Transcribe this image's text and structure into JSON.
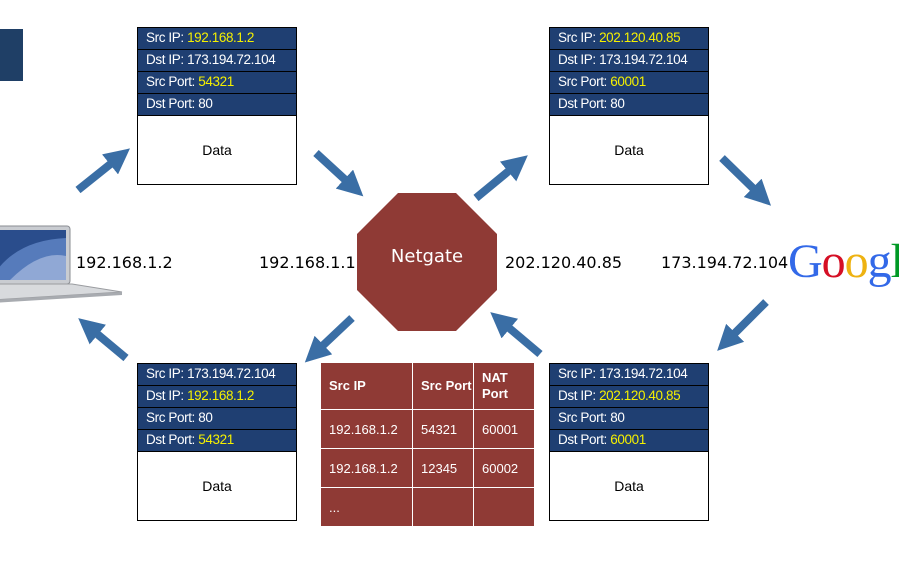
{
  "packets": {
    "top_left": {
      "src_ip_label": "Src IP: ",
      "src_ip": "192.168.1.2",
      "dst_ip_label": "Dst IP: ",
      "dst_ip": "173.194.72.104",
      "src_port_label": "Src Port: ",
      "src_port": "54321",
      "dst_port_label": "Dst Port: ",
      "dst_port": "80",
      "data": "Data"
    },
    "top_right": {
      "src_ip_label": "Src IP: ",
      "src_ip": "202.120.40.85",
      "dst_ip_label": "Dst IP: ",
      "dst_ip": "173.194.72.104",
      "src_port_label": "Src Port: ",
      "src_port": "60001",
      "dst_port_label": "Dst Port: ",
      "dst_port": "80",
      "data": "Data"
    },
    "bottom_left": {
      "src_ip_label": "Src IP: ",
      "src_ip": "173.194.72.104",
      "dst_ip_label": "Dst IP: ",
      "dst_ip": "192.168.1.2",
      "src_port_label": "Src Port: ",
      "src_port": "80",
      "dst_port_label": "Dst Port: ",
      "dst_port": "54321",
      "data": "Data"
    },
    "bottom_right": {
      "src_ip_label": "Src IP: ",
      "src_ip": "173.194.72.104",
      "dst_ip_label": "Dst IP: ",
      "dst_ip": "202.120.40.85",
      "src_port_label": "Src Port: ",
      "src_port": "80",
      "dst_port_label": "Dst Port: ",
      "dst_port": "60001",
      "data": "Data"
    }
  },
  "labels": {
    "laptop_ip": "192.168.1.2",
    "netgate_lan_ip": "192.168.1.1",
    "netgate_wan_ip": "202.120.40.85",
    "google_ip": "173.194.72.104",
    "netgate": "Netgate",
    "google_logo": [
      "G",
      "o",
      "o",
      "g",
      "l"
    ]
  },
  "nat_table": {
    "headers": [
      "Src IP",
      "Src Port",
      "NAT Port"
    ],
    "rows": [
      [
        "192.168.1.2",
        "54321",
        "60001"
      ],
      [
        "192.168.1.2",
        "12345",
        "60002"
      ],
      [
        "...",
        "",
        ""
      ]
    ]
  },
  "colors": {
    "packet_header": "#1f3f72",
    "highlight": "#f5f000",
    "netgate": "#8f3a35",
    "arrow": "#3a6ea5",
    "google": [
      "#3369e8",
      "#d50f25",
      "#eeb211",
      "#3369e8",
      "#009925"
    ]
  },
  "icons": {
    "laptop": "laptop-icon",
    "google": "google-logo"
  }
}
